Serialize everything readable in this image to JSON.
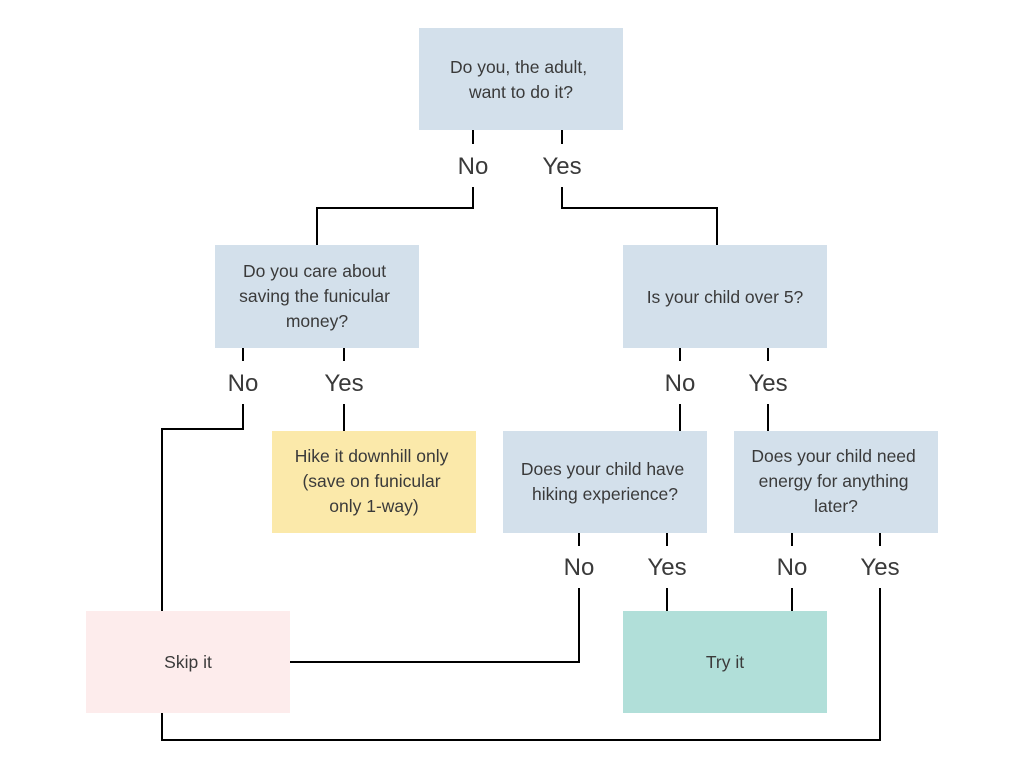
{
  "colors": {
    "question": "#d3e0eb",
    "hike_downhill": "#fbe9aa",
    "skip": "#fdecec",
    "try": "#b1dfd9",
    "line": "#000000",
    "text": "#3a3a3a"
  },
  "nodes": {
    "q_adult": [
      "Do you, the adult,",
      "want to do it?"
    ],
    "q_money": [
      "Do you care about",
      "saving the funicular",
      "money?"
    ],
    "q_over5": [
      "Is your child over 5?"
    ],
    "q_experience": [
      "Does your child have",
      "hiking experience?"
    ],
    "q_energy": [
      "Does your child need",
      "energy for anything",
      "later?"
    ],
    "hike_downhill": [
      "Hike it downhill only",
      "(save on funicular",
      "only 1-way)"
    ],
    "skip": [
      "Skip it"
    ],
    "try": [
      "Try it"
    ]
  },
  "edge_labels": {
    "adult_no": "No",
    "adult_yes": "Yes",
    "money_no": "No",
    "money_yes": "Yes",
    "over5_no": "No",
    "over5_yes": "Yes",
    "experience_no": "No",
    "experience_yes": "Yes",
    "energy_no": "No",
    "energy_yes": "Yes"
  }
}
